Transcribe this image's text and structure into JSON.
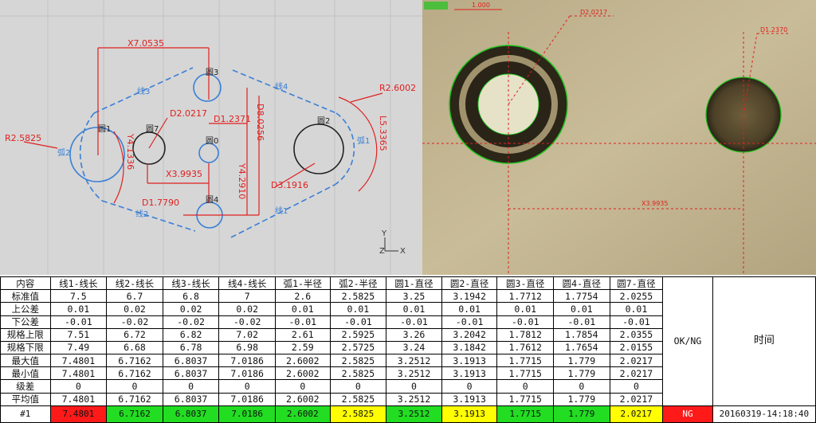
{
  "cad": {
    "red_labels": [
      "X7.0535",
      "R2.5825",
      "D2.0217",
      "D1.2371",
      "D8.0256",
      "X3.9935",
      "Y4.2910",
      "D1.7790",
      "D3.1916",
      "R2.6002",
      "L5.3365",
      "Y4.1336"
    ],
    "blue_labels": [
      "圆3",
      "线3",
      "线4",
      "圆1",
      "圆7",
      "圆0",
      "圆2",
      "弧2",
      "弧1",
      "圆4",
      "线2",
      "线1"
    ],
    "axis_y": "Y",
    "axis_z": "Z",
    "axis_x": "X"
  },
  "camera": {
    "scale_bar": "1.000",
    "label_d1": "D2.0217",
    "label_d2": "D1.2370",
    "label_x": "X3.9935"
  },
  "table": {
    "columns": [
      "内容",
      "线1-线长",
      "线2-线长",
      "线3-线长",
      "线4-线长",
      "弧1-半径",
      "弧2-半径",
      "圆1-直径",
      "圆2-直径",
      "圆3-直径",
      "圆4-直径",
      "圆7-直径"
    ],
    "okng_header": "OK/NG",
    "time_header": "时间",
    "rows": [
      [
        "标准值",
        "7.5",
        "6.7",
        "6.8",
        "7",
        "2.6",
        "2.5825",
        "3.25",
        "3.1942",
        "1.7712",
        "1.7754",
        "2.0255"
      ],
      [
        "上公差",
        "0.01",
        "0.02",
        "0.02",
        "0.02",
        "0.01",
        "0.01",
        "0.01",
        "0.01",
        "0.01",
        "0.01",
        "0.01"
      ],
      [
        "下公差",
        "-0.01",
        "-0.02",
        "-0.02",
        "-0.02",
        "-0.01",
        "-0.01",
        "-0.01",
        "-0.01",
        "-0.01",
        "-0.01",
        "-0.01"
      ],
      [
        "规格上限",
        "7.51",
        "6.72",
        "6.82",
        "7.02",
        "2.61",
        "2.5925",
        "3.26",
        "3.2042",
        "1.7812",
        "1.7854",
        "2.0355"
      ],
      [
        "规格下限",
        "7.49",
        "6.68",
        "6.78",
        "6.98",
        "2.59",
        "2.5725",
        "3.24",
        "3.1842",
        "1.7612",
        "1.7654",
        "2.0155"
      ],
      [
        "最大值",
        "7.4801",
        "6.7162",
        "6.8037",
        "7.0186",
        "2.6002",
        "2.5825",
        "3.2512",
        "3.1913",
        "1.7715",
        "1.779",
        "2.0217"
      ],
      [
        "最小值",
        "7.4801",
        "6.7162",
        "6.8037",
        "7.0186",
        "2.6002",
        "2.5825",
        "3.2512",
        "3.1913",
        "1.7715",
        "1.779",
        "2.0217"
      ],
      [
        "级差",
        "0",
        "0",
        "0",
        "0",
        "0",
        "0",
        "0",
        "0",
        "0",
        "0",
        "0"
      ],
      [
        "平均值",
        "7.4801",
        "6.7162",
        "6.8037",
        "7.0186",
        "2.6002",
        "2.5825",
        "3.2512",
        "3.1913",
        "1.7715",
        "1.779",
        "2.0217"
      ]
    ],
    "result_row": {
      "label": "#1",
      "values": [
        "7.4801",
        "6.7162",
        "6.8037",
        "7.0186",
        "2.6002",
        "2.5825",
        "3.2512",
        "3.1913",
        "1.7715",
        "1.779",
        "2.0217"
      ],
      "status": [
        "red",
        "green",
        "green",
        "green",
        "green",
        "yellow",
        "green",
        "yellow",
        "green",
        "green",
        "yellow"
      ],
      "okng": "NG",
      "time": "20160319-14:18:40"
    },
    "status_colors": {
      "red": "#ff1a1a",
      "green": "#22dd22",
      "yellow": "#ffff00"
    }
  }
}
